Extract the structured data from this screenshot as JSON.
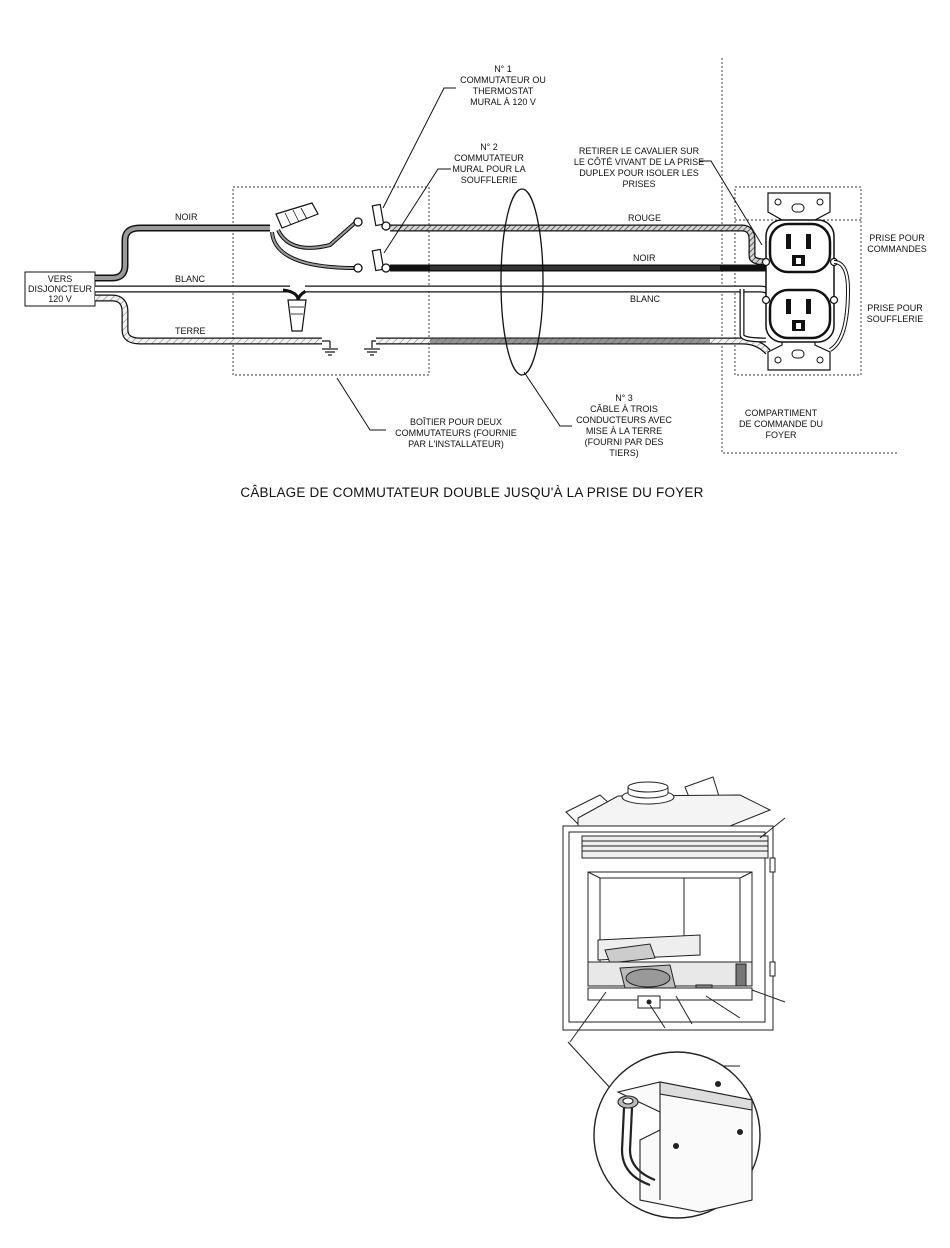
{
  "labels": {
    "breaker": [
      "VERS",
      "DISJONCTEUR",
      "120 V"
    ],
    "wire_noir_left": "NOIR",
    "wire_blanc_left": "BLANC",
    "wire_terre": "TERRE",
    "wire_rouge": "ROUGE",
    "wire_noir_right": "NOIR",
    "wire_blanc_right": "BLANC",
    "switch1": [
      "N° 1",
      "COMMUTATEUR OU",
      "THERMOSTAT",
      "MURAL À 120 V"
    ],
    "switch2": [
      "N° 2",
      "COMMUTATEUR",
      "MURAL POUR LA",
      "SOUFFLERIE"
    ],
    "jumper": [
      "RETIRER LE CAVALIER SUR",
      "LE CÔTÉ VIVANT DE LA PRISE",
      "DUPLEX POUR ISOLER LES",
      "PRISES"
    ],
    "outlet_controls": [
      "PRISE POUR",
      "COMMANDES"
    ],
    "outlet_blower": [
      "PRISE POUR",
      "SOUFFLERIE"
    ],
    "switch_box": [
      "BOÎTIER POUR DEUX",
      "COMMUTATEURS (FOURNIE",
      "PAR L'INSTALLATEUR)"
    ],
    "cable": [
      "N° 3",
      "CÂBLE À TROIS",
      "CONDUCTEURS AVEC",
      "MISE À LA TERRE",
      "(FOURNI PAR DES",
      "TIERS)"
    ],
    "compartment": [
      "COMPARTIMENT",
      "DE COMMANDE DU",
      "FOYER"
    ]
  },
  "caption": "CÂBLAGE DE COMMUTATEUR DOUBLE JUSQU'À LA PRISE DU FOYER"
}
